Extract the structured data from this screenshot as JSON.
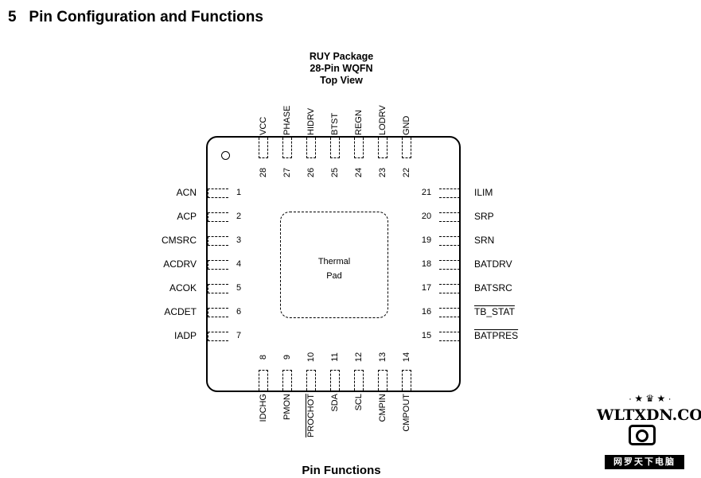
{
  "section": {
    "number": "5",
    "title": "Pin Configuration and Functions"
  },
  "package": {
    "line1": "RUY Package",
    "line2": "28-Pin WQFN",
    "line3": "Top View"
  },
  "thermal_pad": {
    "line1": "Thermal",
    "line2": "Pad"
  },
  "pins_left": [
    {
      "num": "1",
      "name": "ACN"
    },
    {
      "num": "2",
      "name": "ACP"
    },
    {
      "num": "3",
      "name": "CMSRC"
    },
    {
      "num": "4",
      "name": "ACDRV"
    },
    {
      "num": "5",
      "name": "ACOK"
    },
    {
      "num": "6",
      "name": "ACDET"
    },
    {
      "num": "7",
      "name": "IADP"
    }
  ],
  "pins_right": [
    {
      "num": "21",
      "name": "ILIM"
    },
    {
      "num": "20",
      "name": "SRP"
    },
    {
      "num": "19",
      "name": "SRN"
    },
    {
      "num": "18",
      "name": "BATDRV"
    },
    {
      "num": "17",
      "name": "BATSRC"
    },
    {
      "num": "16",
      "name": "TB_STAT"
    },
    {
      "num": "15",
      "name": "BATPRES"
    }
  ],
  "pins_top": [
    {
      "num": "28",
      "name": "VCC"
    },
    {
      "num": "27",
      "name": "PHASE"
    },
    {
      "num": "26",
      "name": "HIDRV"
    },
    {
      "num": "25",
      "name": "BTST"
    },
    {
      "num": "24",
      "name": "REGN"
    },
    {
      "num": "23",
      "name": "LODRV"
    },
    {
      "num": "22",
      "name": "GND"
    }
  ],
  "pins_bottom": [
    {
      "num": "8",
      "name": "IDCHG"
    },
    {
      "num": "9",
      "name": "PMON"
    },
    {
      "num": "10",
      "name": "PROCHOT"
    },
    {
      "num": "11",
      "name": "SDA"
    },
    {
      "num": "12",
      "name": "SCL"
    },
    {
      "num": "13",
      "name": "CMPIN"
    },
    {
      "num": "14",
      "name": "CMPOUT"
    }
  ],
  "footer_heading": "Pin Functions",
  "watermark": {
    "site": "WLTXDN.COM",
    "tagline": "网罗天下电脑"
  }
}
